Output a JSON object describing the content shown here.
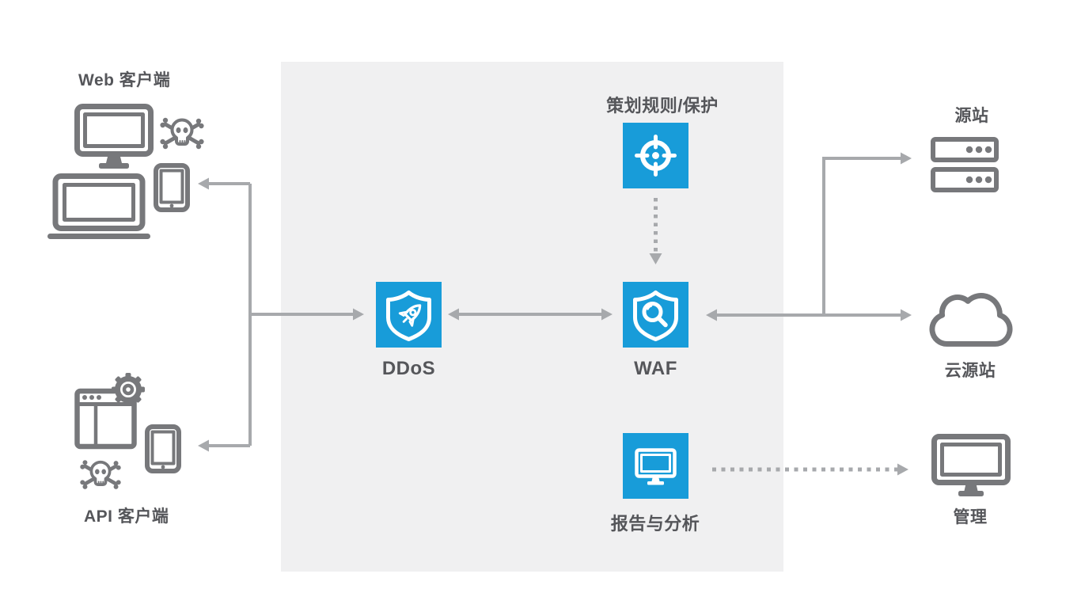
{
  "colors": {
    "accent_blue": "#189cd9",
    "panel_bg": "#f0f0f1",
    "arrow_gray": "#a7a9ac",
    "icon_gray": "#77787b",
    "text_gray": "#55565a"
  },
  "nodes": {
    "web_client": {
      "label": "Web 客户端"
    },
    "api_client": {
      "label": "API 客户端"
    },
    "ddos": {
      "label": "DDoS"
    },
    "waf": {
      "label": "WAF"
    },
    "policy": {
      "label": "策划规则/保护"
    },
    "reporting": {
      "label": "报告与分析"
    },
    "origin": {
      "label": "源站"
    },
    "cloud_origin": {
      "label": "云源站"
    },
    "management": {
      "label": "管理"
    }
  },
  "icons": {
    "web_client": [
      "desktop-monitor-icon",
      "skull-crossbones-icon",
      "tablet-icon",
      "laptop-icon"
    ],
    "api_client": [
      "browser-gear-icon",
      "tablet-icon",
      "skull-crossbones-icon"
    ],
    "ddos": "shield-rocket-icon",
    "waf": "shield-magnifier-icon",
    "policy": "target-crosshair-icon",
    "reporting": "monitor-icon",
    "origin": "server-stack-icon",
    "cloud_origin": "cloud-icon",
    "management": "monitor-icon"
  }
}
